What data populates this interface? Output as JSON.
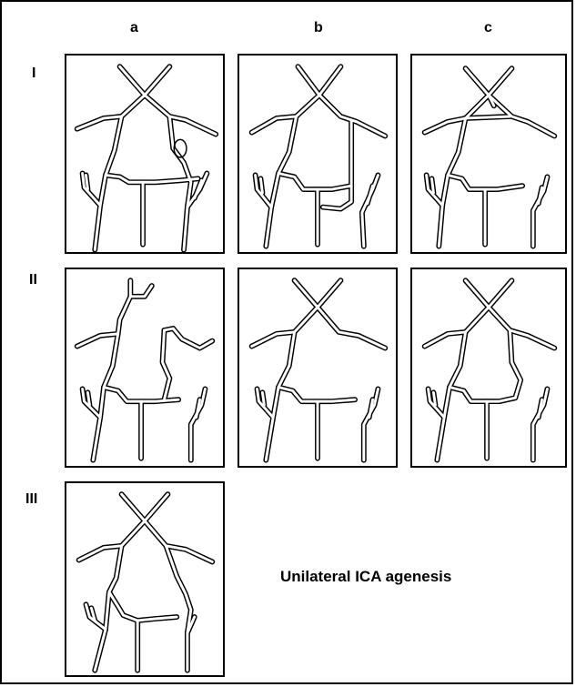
{
  "columns": [
    "a",
    "b",
    "c"
  ],
  "rows": [
    "I",
    "II",
    "III"
  ],
  "caption": "Unilateral ICA agenesis",
  "colors": {
    "line": "#000000",
    "background": "#ffffff"
  }
}
